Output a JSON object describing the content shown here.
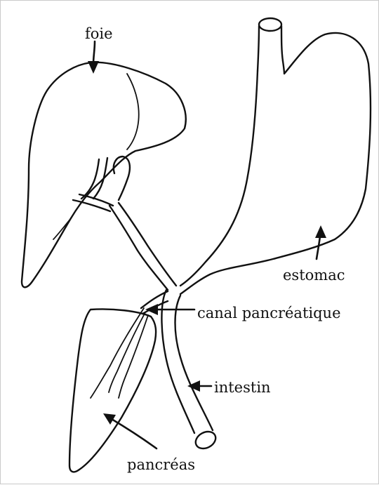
{
  "labels": {
    "foie": "foie",
    "estomac": "estomac",
    "canal": "canal pancréatique",
    "intestin": "intestin",
    "pancreas": "pancréas"
  },
  "colors": {
    "ink": "#111111",
    "background": "#ffffff",
    "border": "#c9c9c9"
  }
}
